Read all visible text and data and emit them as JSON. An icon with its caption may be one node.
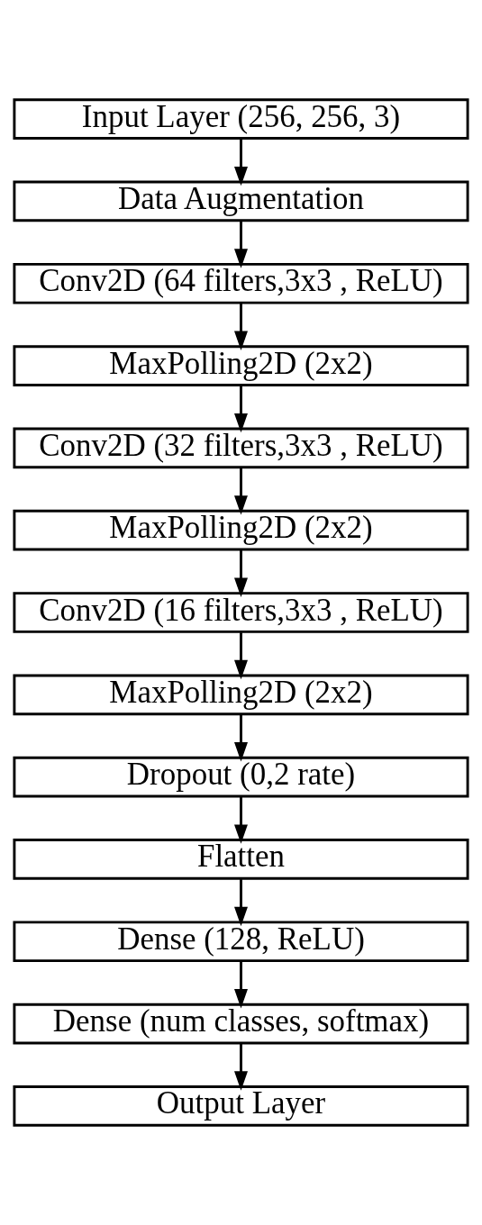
{
  "diagram": {
    "nodes": [
      {
        "text": [
          "Input Layer (256, 256, 3)"
        ]
      },
      {
        "text": [
          "Data Augmentation"
        ]
      },
      {
        "text": [
          "Conv2D (64 filters,3x3 , ReLU)"
        ]
      },
      {
        "text": [
          "MaxPolling2D (2x2)"
        ]
      },
      {
        "text": [
          "Conv2D (32 filters,3x3 , ReLU)"
        ]
      },
      {
        "text": [
          "MaxPolling2D (2x2)"
        ]
      },
      {
        "text": [
          "Conv2D (16 filters,3x3 , ReLU)"
        ]
      },
      {
        "text": [
          "MaxPolling2D (2x2)"
        ]
      },
      {
        "text": [
          "Dropout (0,2 rate)"
        ]
      },
      {
        "text": [
          "Flatten"
        ]
      },
      {
        "text": [
          "Dense (128, ReLU)"
        ]
      },
      {
        "text": [
          "Dense (num classes, softmax)"
        ]
      },
      {
        "text": [
          "Output Layer"
        ]
      }
    ],
    "edges": [
      {
        "from": 0,
        "to": 1,
        "arrow": "to"
      },
      {
        "from": 1,
        "to": 2,
        "arrow": "to"
      },
      {
        "from": 2,
        "to": 3,
        "arrow": "to"
      },
      {
        "from": 3,
        "to": 4,
        "arrow": "to"
      },
      {
        "from": 4,
        "to": 5,
        "arrow": "to"
      },
      {
        "from": 5,
        "to": 6,
        "arrow": "to"
      },
      {
        "from": 6,
        "to": 7,
        "arrow": "to"
      },
      {
        "from": 7,
        "to": 8,
        "arrow": "to"
      },
      {
        "from": 8,
        "to": 9,
        "arrow": "to"
      },
      {
        "from": 9,
        "to": 10,
        "arrow": "to"
      },
      {
        "from": 10,
        "to": 11,
        "arrow": "to"
      },
      {
        "from": 11,
        "to": 12,
        "arrow": "to"
      }
    ]
  }
}
